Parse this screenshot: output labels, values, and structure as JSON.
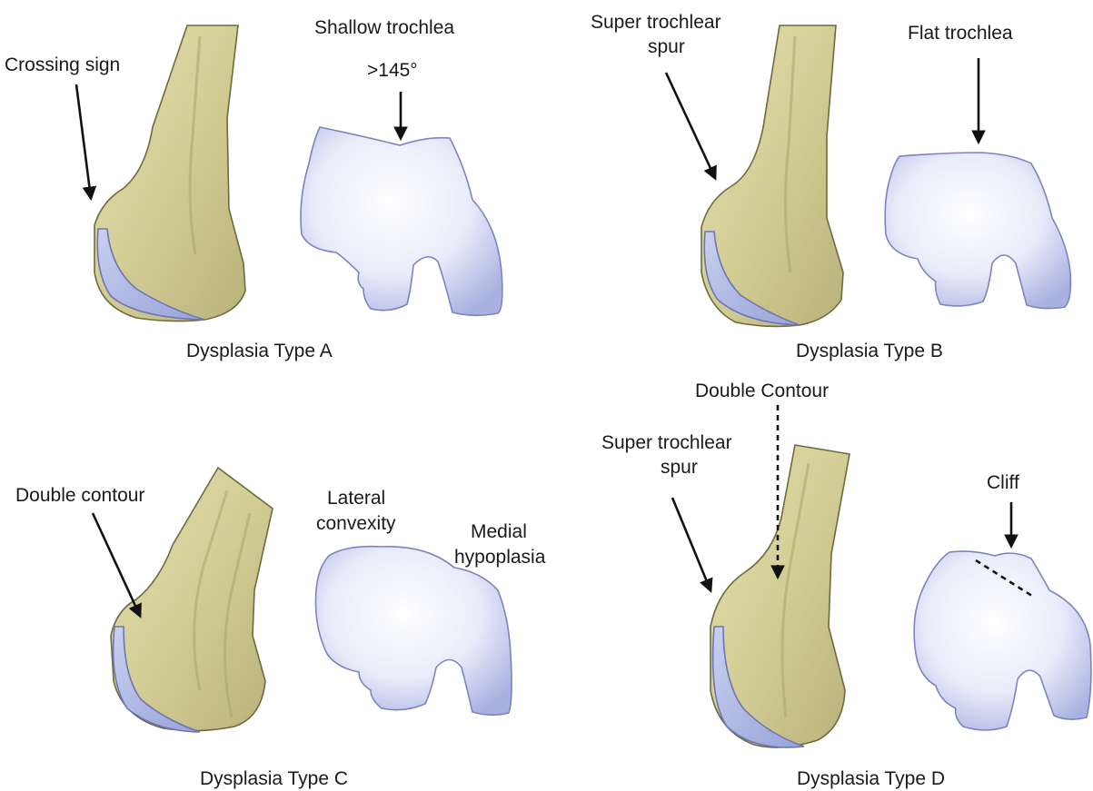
{
  "colors": {
    "bone": "#d8d3a0",
    "bone_dark": "#b6b07a",
    "cartilage": "#aeb8e6",
    "trochlea": "#e6e9f8",
    "trochlea_edge": "#8e97cf",
    "arrow": "#111111"
  },
  "panels": {
    "a": {
      "caption": "Dysplasia Type A",
      "labels": {
        "crossing_sign": "Crossing sign",
        "shallow_trochlea": "Shallow trochlea",
        "angle": ">145°"
      }
    },
    "b": {
      "caption": "Dysplasia Type B",
      "labels": {
        "spur_line1": "Super trochlear",
        "spur_line2": "spur",
        "flat_trochlea": "Flat trochlea"
      }
    },
    "c": {
      "caption": "Dysplasia Type C",
      "labels": {
        "double_contour": "Double contour",
        "lateral_line1": "Lateral",
        "lateral_line2": "convexity",
        "medial_line1": "Medial",
        "medial_line2": "hypoplasia"
      }
    },
    "d": {
      "caption": "Dysplasia Type D",
      "labels": {
        "double_contour": "Double Contour",
        "spur_line1": "Super trochlear",
        "spur_line2": "spur",
        "cliff": "Cliff"
      }
    }
  }
}
